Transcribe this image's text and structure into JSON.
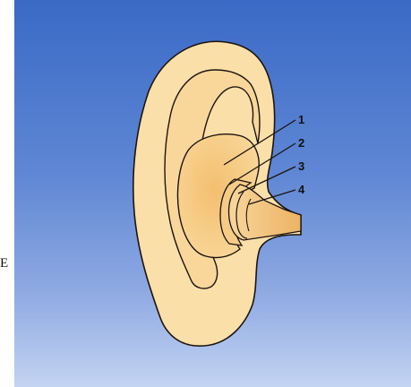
{
  "colors": {
    "background_top": "#3e6fc9",
    "background_mid": "#6f93d9",
    "background_bottom": "#b8cdef",
    "skin_light": "#fbdfa8",
    "skin_mid": "#f4c47a",
    "skin_deep": "#e9a955",
    "outline": "#1c1410"
  },
  "callouts": [
    {
      "label": "1"
    },
    {
      "label": "2"
    },
    {
      "label": "3"
    },
    {
      "label": "4"
    }
  ],
  "edge_text": "E"
}
